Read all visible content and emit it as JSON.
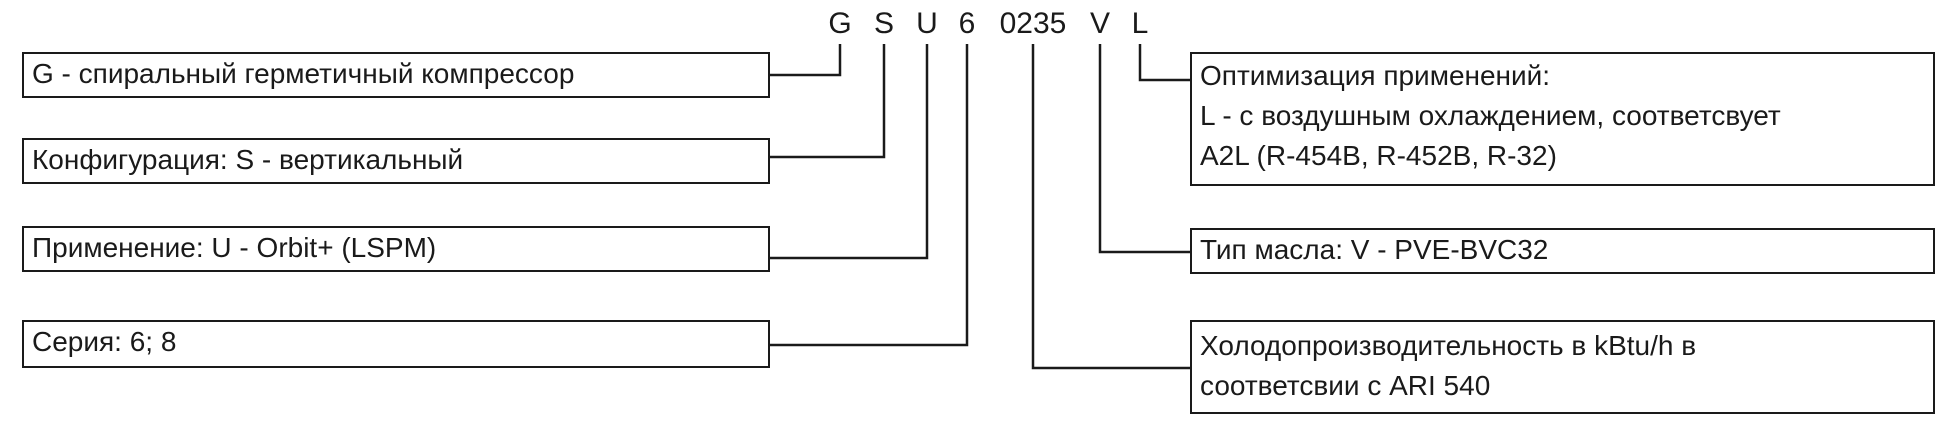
{
  "code": {
    "letters": [
      "G",
      "S",
      "U",
      "6",
      "0235",
      "V",
      "L"
    ]
  },
  "boxes": {
    "compressor": {
      "text": "G - спиральный герметичный компрессор"
    },
    "configuration": {
      "text": "Конфигурация: S - вертикальный"
    },
    "application": {
      "text": "Применение: U - Orbit+ (LSPM)"
    },
    "series": {
      "text": "Серия: 6; 8"
    },
    "optimization": {
      "title": "Оптимизация применений:",
      "line1": "L - с воздушным охлаждением, соответсвует",
      "line2": "A2L (R-454B, R-452B, R-32)"
    },
    "oil": {
      "text": "Тип масла: V - PVE-BVC32"
    },
    "capacity": {
      "line1": "Холодопроизводительность в kBtu/h в",
      "line2": "соответсвии с ARI 540"
    }
  }
}
